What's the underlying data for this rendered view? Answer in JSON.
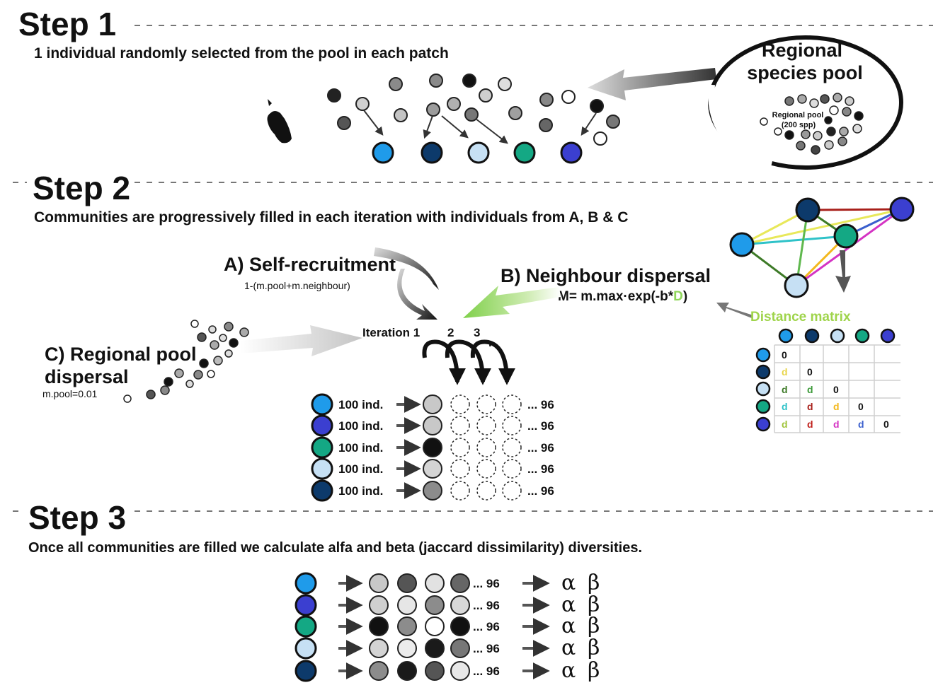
{
  "step1": {
    "title": "Step 1",
    "subtitle": "1 individual randomly selected from the pool in each patch",
    "pool_title_line1": "Regional",
    "pool_title_line2": "species pool",
    "pool_caption_line1": "Regional pool",
    "pool_caption_line2": "(200 spp)"
  },
  "step2": {
    "title": "Step 2",
    "subtitle": "Communities are progressively filled in each iteration with individuals from A, B & C",
    "self_recruitment": "A) Self-recruitment",
    "self_formula": "1-(m.pool+m.neighbour)",
    "neighbour_dispersal": "B) Neighbour dispersal",
    "neighbour_formula_prefix": "M= m.max·exp(-b*",
    "neighbour_formula_var": "D",
    "neighbour_formula_suffix": ")",
    "regional_line1": "C) Regional pool",
    "regional_line2": "dispersal",
    "regional_formula": "m.pool=0.01",
    "iteration_label": "Iteration 1",
    "iteration_2": "2",
    "iteration_3": "3",
    "iteration_more": "...",
    "distance_matrix_title": "Distance matrix",
    "rows": [
      {
        "label": "100 ind.",
        "end": "... 96"
      },
      {
        "label": "100 ind.",
        "end": "... 96"
      },
      {
        "label": "100 ind.",
        "end": "... 96"
      },
      {
        "label": "100 ind.",
        "end": "... 96"
      },
      {
        "label": "100 ind.",
        "end": "... 96"
      }
    ],
    "matrix": [
      [
        "0"
      ],
      [
        "d",
        "0"
      ],
      [
        "d",
        "d",
        "0"
      ],
      [
        "d",
        "d",
        "d",
        "0"
      ],
      [
        "d",
        "d",
        "d",
        "d",
        "0"
      ]
    ]
  },
  "step3": {
    "title": "Step 3",
    "subtitle": "Once all communities are filled we calculate alfa and beta (jaccard dissimilarity) diversities.",
    "rows": [
      {
        "end": "... 96",
        "alpha": "α",
        "beta": "β"
      },
      {
        "end": "... 96",
        "alpha": "α",
        "beta": "β"
      },
      {
        "end": "... 96",
        "alpha": "α",
        "beta": "β"
      },
      {
        "end": "... 96",
        "alpha": "α",
        "beta": "β"
      },
      {
        "end": "... 96",
        "alpha": "α",
        "beta": "β"
      }
    ]
  },
  "colors": {
    "patch_light_blue": "#1f9bea",
    "patch_navy": "#0d3a6b",
    "patch_pale_blue": "#c6e0f4",
    "patch_teal": "#14a884",
    "patch_violet": "#3b3fd0",
    "neighbour_arrow": "#8fd65a",
    "distance_title": "#9fd44b"
  }
}
